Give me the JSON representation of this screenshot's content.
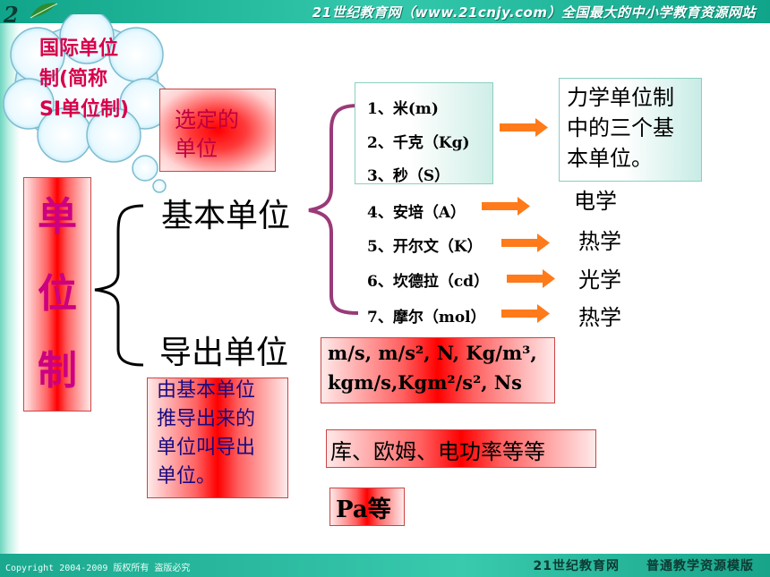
{
  "header": {
    "logo": "2",
    "site_title": "21世纪教育网（www.21cnjy.com）全国最大的中小学教育资源网站"
  },
  "cloud": {
    "lines": [
      "国际单位",
      "制(简称",
      "SI单位制)"
    ]
  },
  "selected_unit": {
    "lines": [
      "选定的",
      "单位"
    ]
  },
  "main_title": {
    "chars": [
      "单",
      "位",
      "制"
    ]
  },
  "branches": {
    "basic": "基本单位",
    "derived": "导出单位"
  },
  "basic_units": [
    "1、米(m)",
    "2、千克（Kg)",
    "3、秒（S）",
    "4、安培（A）",
    "5、开尔文（K）",
    "6、坎德拉（cd）",
    "7、摩尔（mol）"
  ],
  "mechanics_note": {
    "lines": [
      "力学单位制",
      "中的三个基",
      "本单位。"
    ]
  },
  "domains": [
    "电学",
    "热学",
    "光学",
    "热学"
  ],
  "derived": {
    "symbols_line1": "m/s, m/s², N, Kg/m³,",
    "symbols_line2": "kgm/s,Kgm²/s², Ns",
    "definition_lines": [
      "由基本单位",
      "推导出来的",
      "单位叫导出",
      "单位。"
    ],
    "others": "库、欧姆、电功率等等",
    "pa": "Pa等"
  },
  "footer": {
    "copyright": "Copyright 2004-2009 版权所有 盗版必究",
    "brand": "21世纪教育网",
    "template": "普通教学资源模版"
  },
  "colors": {
    "teal_bar": "#1aa88f",
    "red_highlight": "#ff0000",
    "magenta_text": "#cc0080",
    "arrow": "#ff7a1a",
    "bracket": "#9a3a78"
  }
}
